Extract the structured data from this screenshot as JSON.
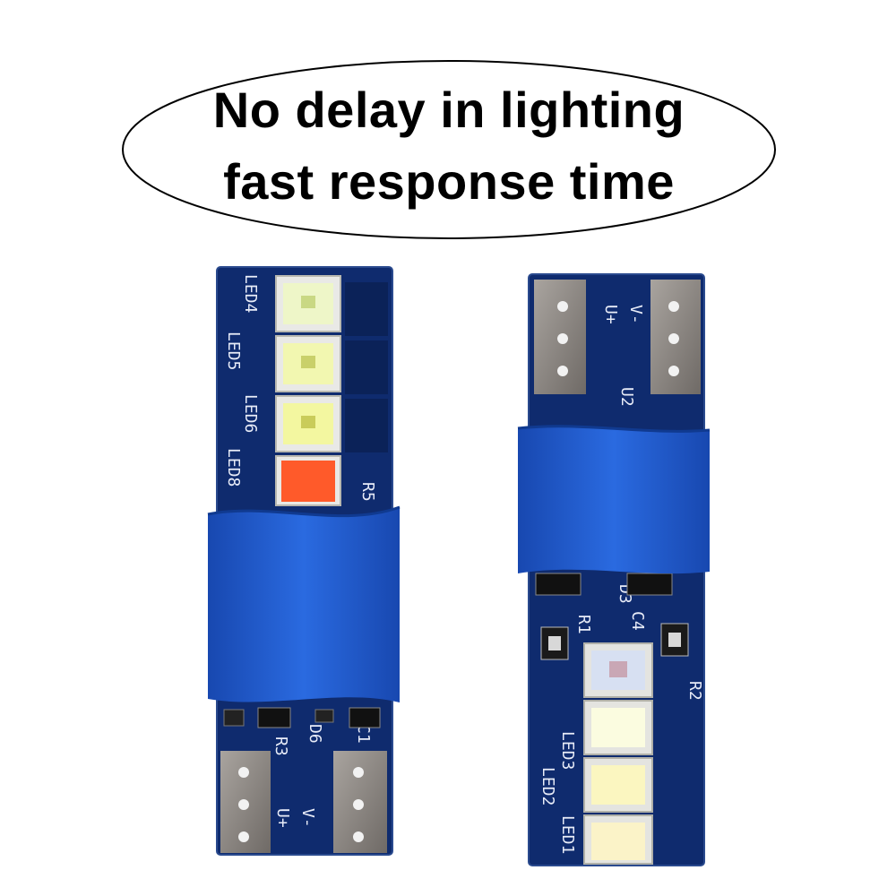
{
  "callout": {
    "line1": "No delay in lighting",
    "line2": "fast response time"
  },
  "colors": {
    "pcb": "#0f2b6e",
    "sleeve": "#1f5fd0",
    "pad": "#8a8580",
    "led_white": "#eef2d0",
    "led_red": "#ff5a2a"
  },
  "board_left": {
    "labels": [
      "LED4",
      "LED5",
      "LED6",
      "LED8",
      "R5",
      "R3",
      "D6",
      "C1",
      "U+",
      "V-"
    ]
  },
  "board_right": {
    "labels": [
      "V-",
      "U+",
      "U2",
      "D3",
      "R1",
      "C4",
      "R2",
      "LED3",
      "LED2",
      "LED1"
    ]
  }
}
